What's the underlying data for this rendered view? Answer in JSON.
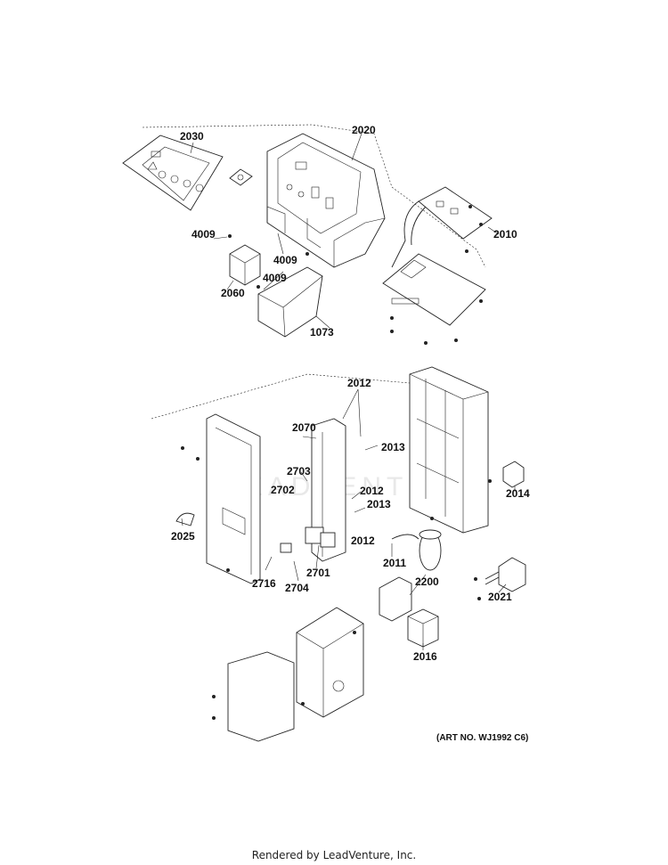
{
  "labels": {
    "l2030": "2030",
    "l2020": "2020",
    "l4009a": "4009",
    "l4009b": "4009",
    "l4009c": "4009",
    "l2060": "2060",
    "l1073": "1073",
    "l2010": "2010",
    "l2012a": "2012",
    "l2070": "2070",
    "l2013a": "2013",
    "l2703": "2703",
    "l2702": "2702",
    "l2012b": "2012",
    "l2013b": "2013",
    "l2014": "2014",
    "l2025": "2025",
    "l2012c": "2012",
    "l2011": "2011",
    "l2716": "2716",
    "l2701": "2701",
    "l2704": "2704",
    "l2200": "2200",
    "l2021": "2021",
    "l2016": "2016"
  },
  "art_number": "(ART NO. WJ1992 C6)",
  "footer": "Rendered by LeadVenture, Inc.",
  "watermark": "LEADVENTURE"
}
